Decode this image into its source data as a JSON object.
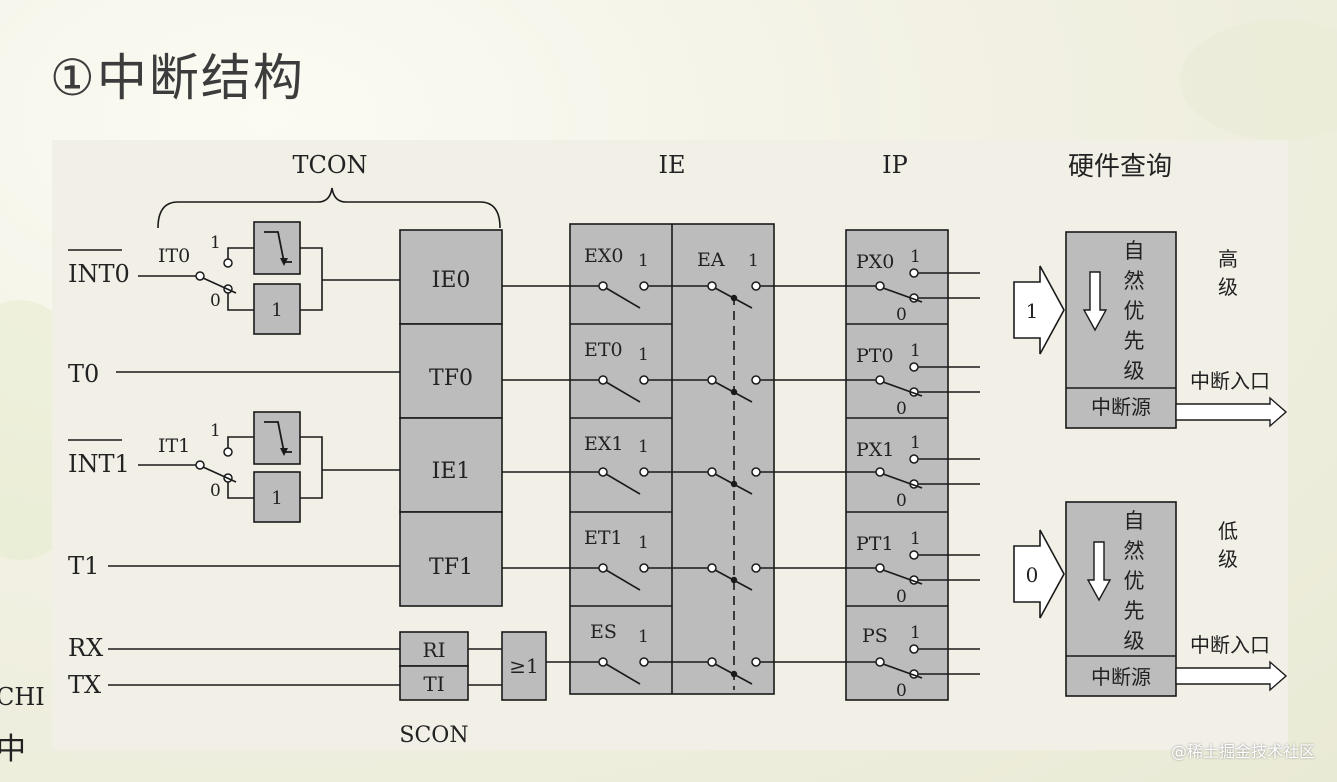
{
  "slide": {
    "title": "①中断结构",
    "side_text_top": "CHI",
    "side_text_bottom": "中",
    "watermark": "@稀土掘金技术社区"
  },
  "diagram": {
    "headers": {
      "tcon": "TCON",
      "ie": "IE",
      "ip": "IP",
      "hw_query": "硬件查询"
    },
    "inputs": [
      "INT0",
      "T0",
      "INT1",
      "T1",
      "RX",
      "TX"
    ],
    "trigger_selects": [
      "IT0",
      "IT1"
    ],
    "switch_pos": {
      "one": "1",
      "zero": "0"
    },
    "level_box": "1",
    "tcon_flags": [
      "IE0",
      "TF0",
      "IE1",
      "TF1"
    ],
    "scon_flags": [
      "RI",
      "TI"
    ],
    "scon_label": "SCON",
    "or_gate": "≥1",
    "ie_bits": [
      "EX0",
      "ET0",
      "EX1",
      "ET1",
      "ES"
    ],
    "ea_label": "EA",
    "ip_bits": [
      "PX0",
      "PT0",
      "PX1",
      "PT1",
      "PS"
    ],
    "high_group": {
      "level_arrow": "1",
      "natural_priority": "自然优先级",
      "source": "中断源",
      "priority": "高级",
      "entry": "中断入口"
    },
    "low_group": {
      "level_arrow": "0",
      "natural_priority": "自然优先级",
      "source": "中断源",
      "priority": "低级",
      "entry": "中断入口"
    }
  },
  "colors": {
    "box_fill": "#bcbcbc",
    "line": "#1a1a1a",
    "panel": "#f1efe6"
  }
}
